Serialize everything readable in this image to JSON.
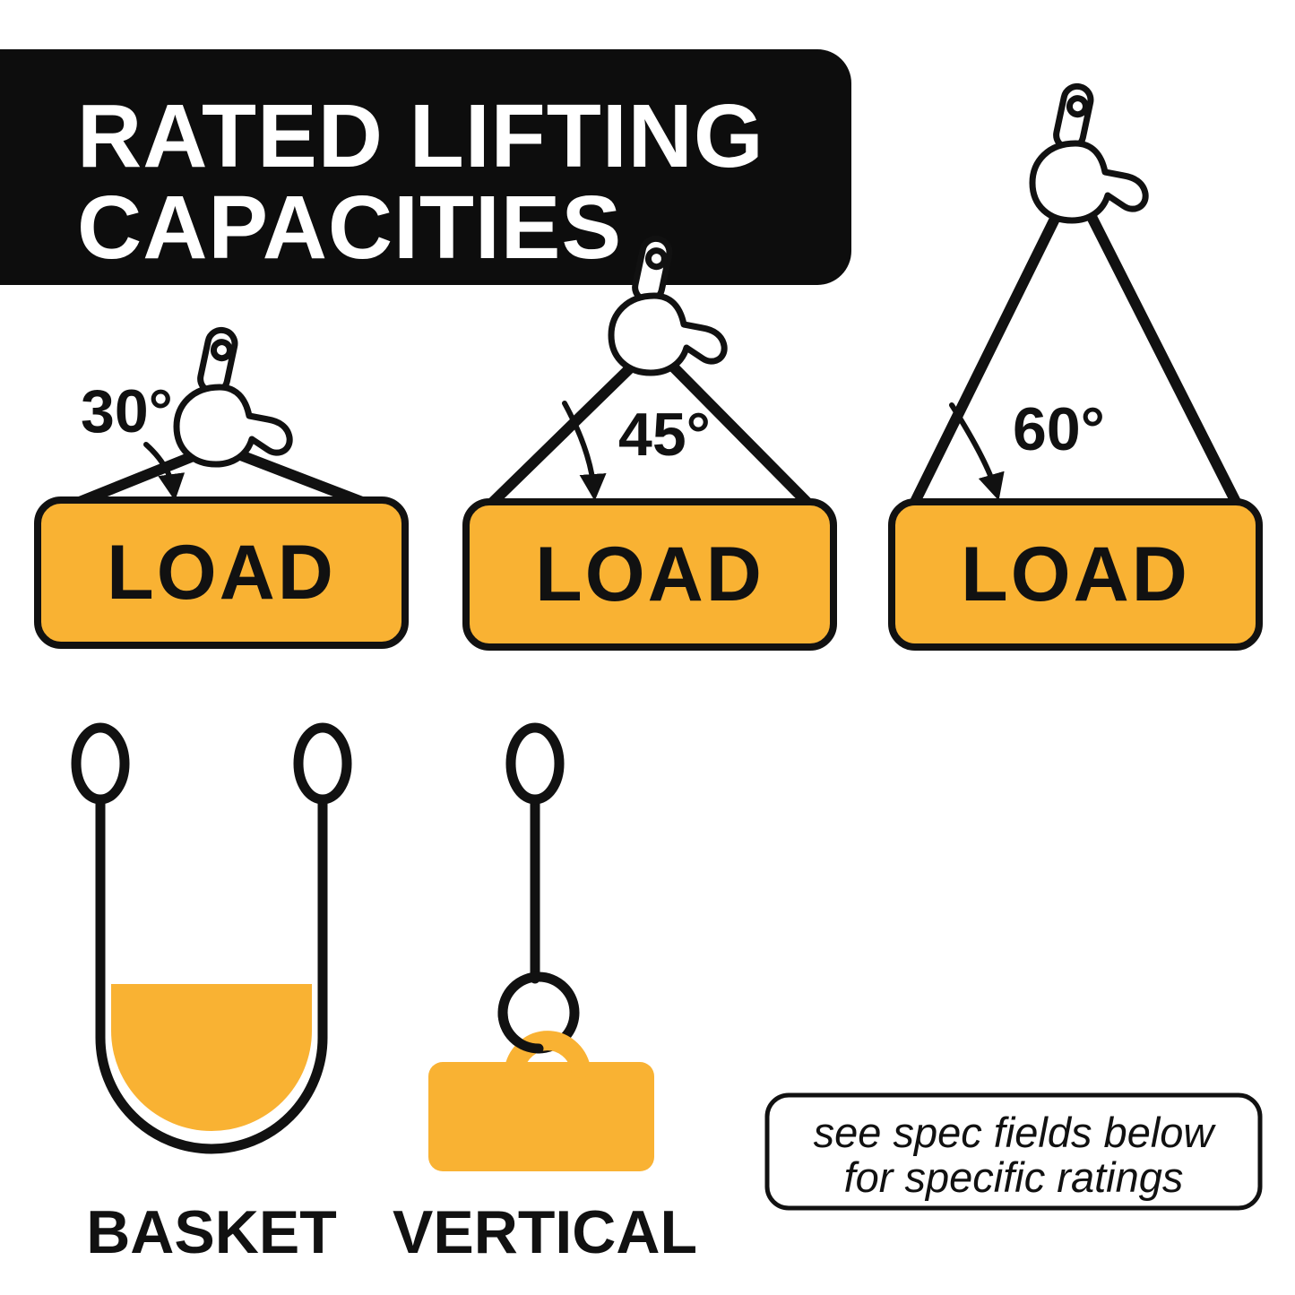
{
  "title": {
    "line1": "RATED LIFTING",
    "line2": "CAPACITIES"
  },
  "diagrams": [
    {
      "angle": "30°",
      "load_label": "LOAD"
    },
    {
      "angle": "45°",
      "load_label": "LOAD"
    },
    {
      "angle": "60°",
      "load_label": "LOAD"
    }
  ],
  "hitches": [
    {
      "label": "BASKET"
    },
    {
      "label": "VERTICAL"
    }
  ],
  "note": {
    "line1": "see spec fields below",
    "line2": "for specific ratings"
  },
  "icons": {
    "hook": "lifting-hook-icon",
    "sling_eye": "sling-eye-loop-icon",
    "angle_arrow": "curved-angle-arrow-icon"
  },
  "colors": {
    "accent_yellow": "#F9B233",
    "ink_black": "#111111",
    "banner_black": "#0d0d0d",
    "background": "#FFFFFF"
  }
}
